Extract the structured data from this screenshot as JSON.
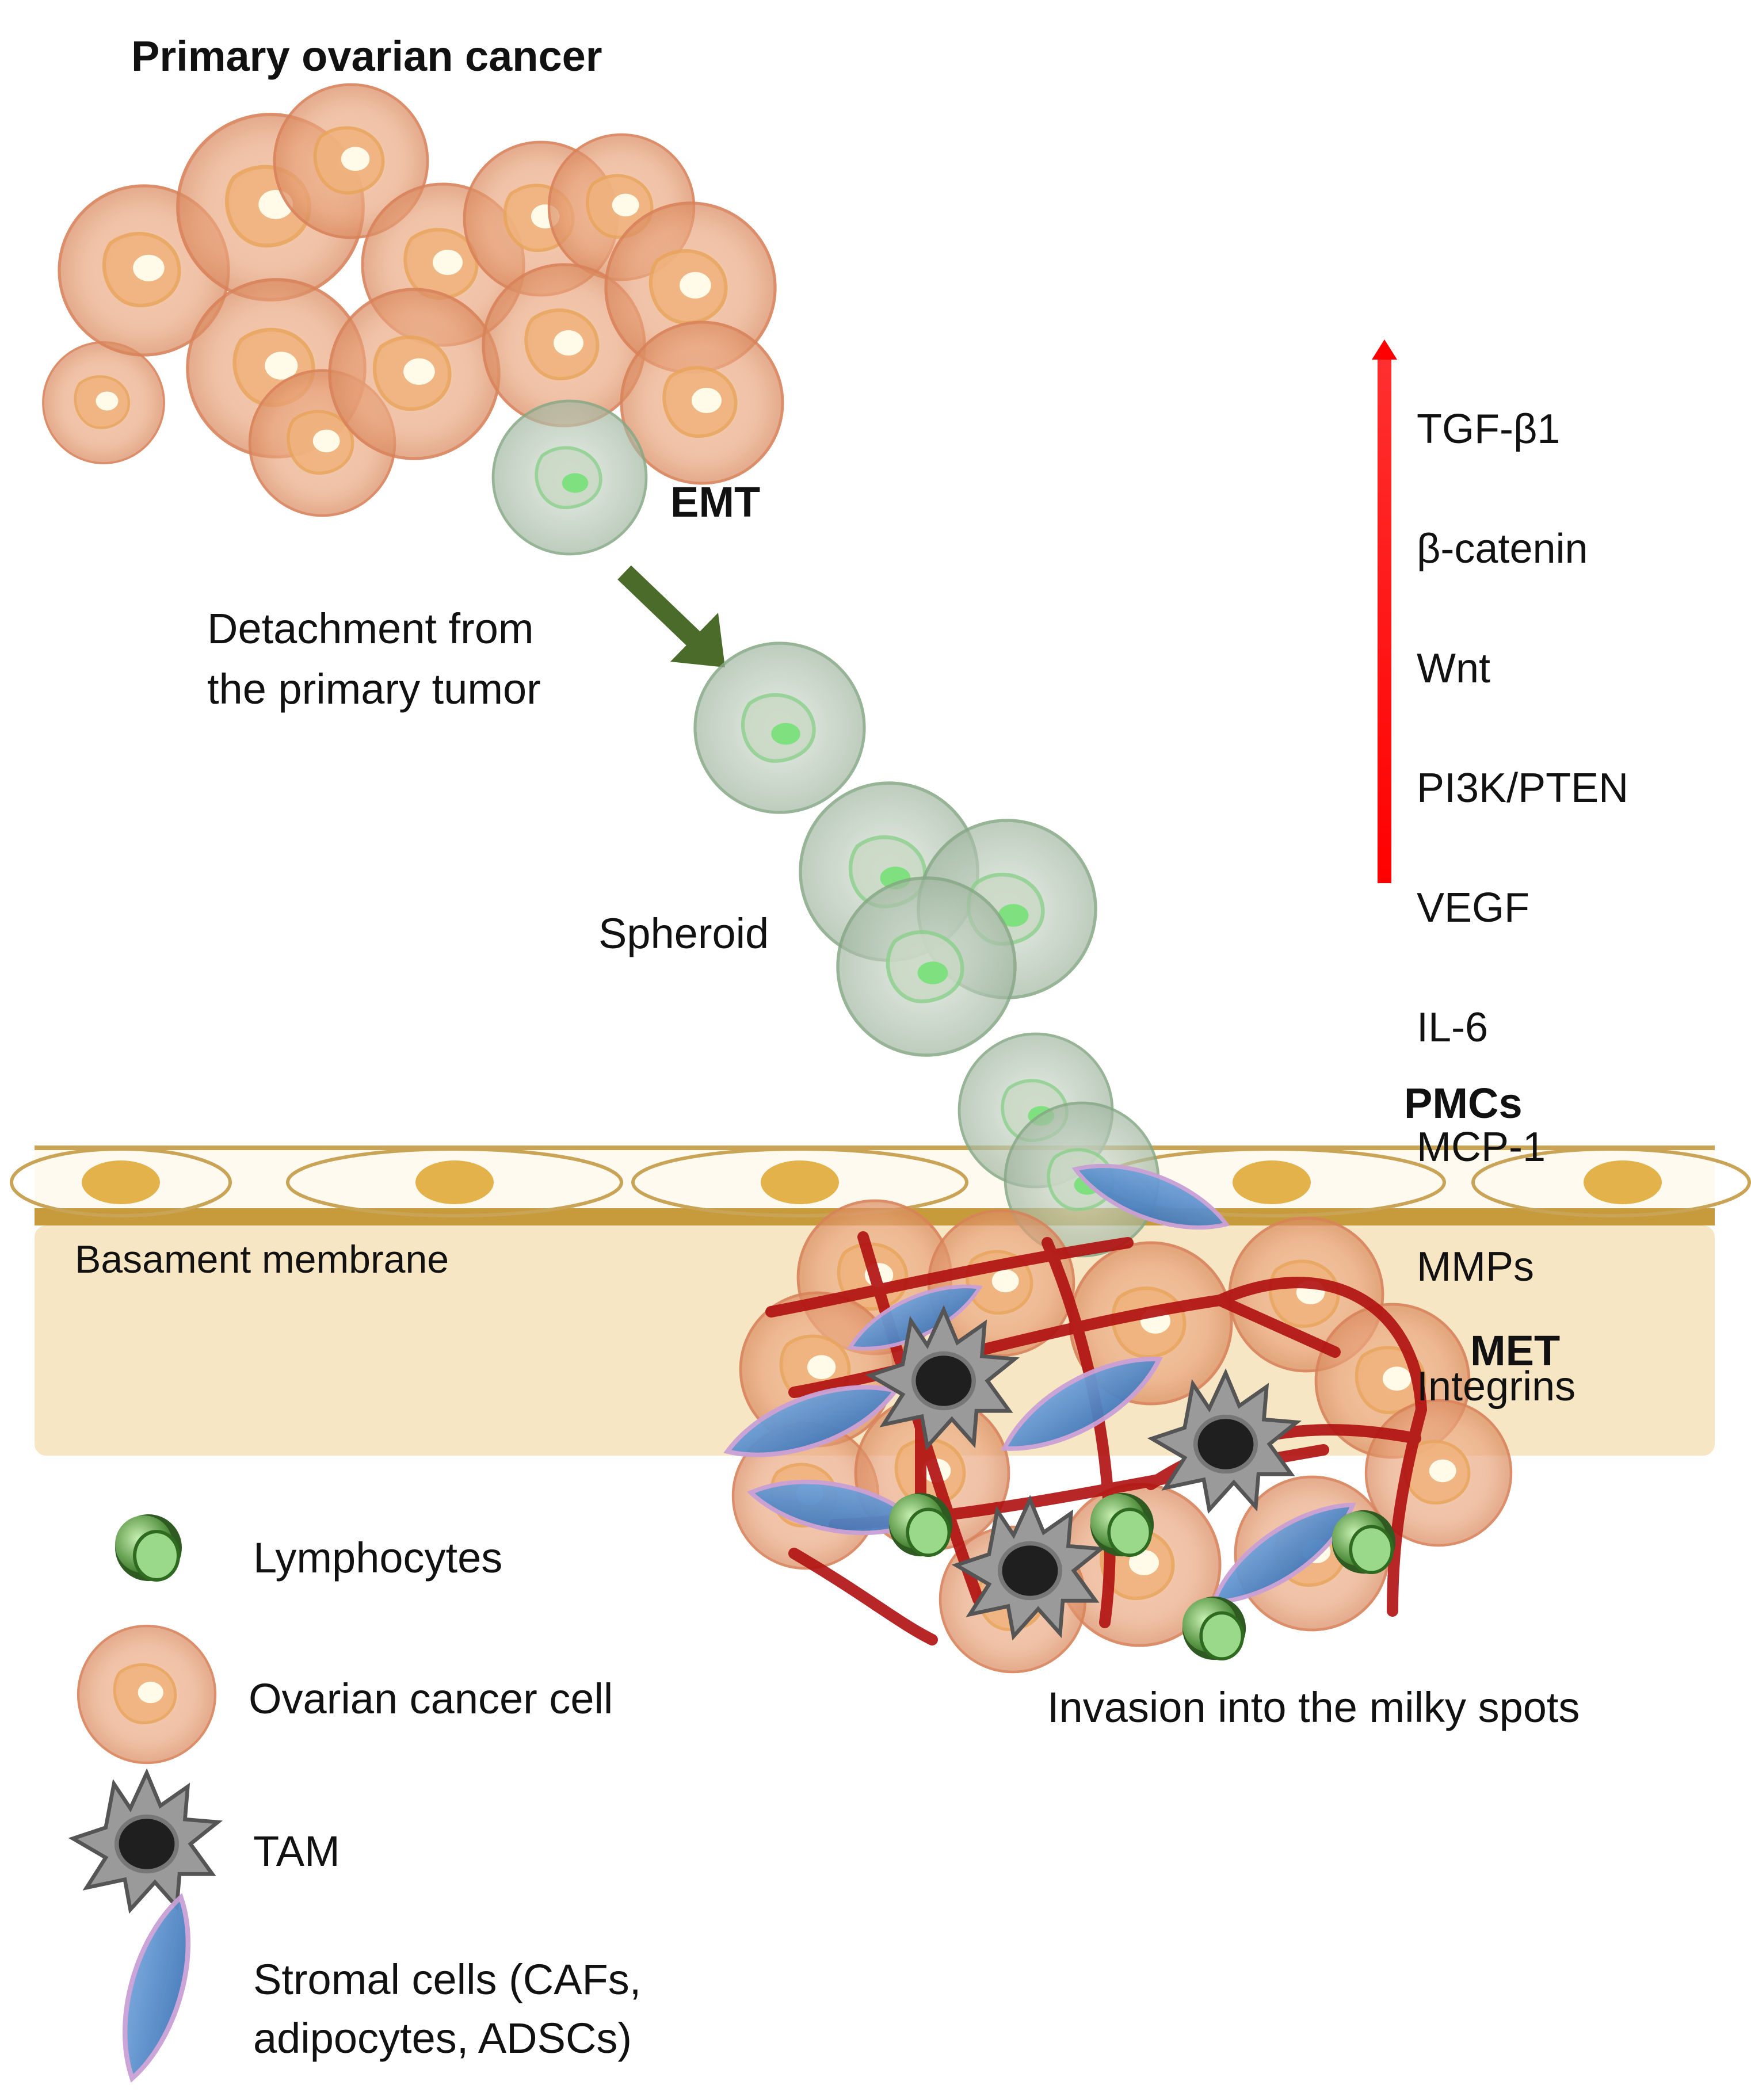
{
  "title": "Primary ovarian cancer",
  "stages": {
    "emt": "EMT",
    "detachment": "Detachment from\nthe primary tumor",
    "spheroid": "Spheroid",
    "pmcs": "PMCs",
    "basement": "Basament membrane",
    "met": "MET",
    "invasion": "Invasion into the milky spots"
  },
  "upregulated": [
    "TGF-β1",
    "β-catenin",
    "Wnt",
    "PI3K/PTEN",
    "VEGF",
    "IL-6",
    "MCP-1",
    "MMPs",
    "Integrins"
  ],
  "legend": [
    {
      "label": "Lymphocytes",
      "icon": "lymphocyte-icon"
    },
    {
      "label": "Ovarian cancer cell",
      "icon": "cancer-cell-icon"
    },
    {
      "label": "TAM",
      "icon": "tam-icon"
    },
    {
      "label": "Stromal cells (CAFs,\nadipocytes, ADSCs)",
      "icon": "stromal-cell-icon"
    }
  ],
  "colors": {
    "cancer_cell": "#e8a27a",
    "mesenchymal_cell": "#9fb59f",
    "arrow_green": "#4a6b2a",
    "arrow_red": "#ff0000",
    "membrane": "#f7e6c4",
    "pmc_nucleus": "#e3b24b",
    "vessel": "#b01010",
    "stromal": "#4a86c8",
    "lymphocyte": "#7fc46a",
    "tam": "#8a8a8a"
  }
}
